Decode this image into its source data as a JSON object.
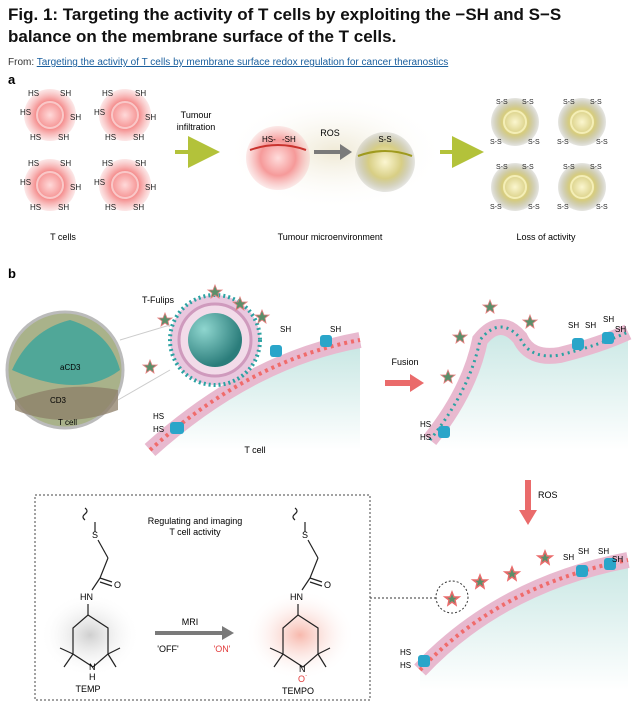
{
  "header": {
    "title": "Fig. 1: Targeting the activity of T cells by exploiting the −SH and S−S balance on the membrane surface of the T cells.",
    "from_prefix": "From: ",
    "from_link": "Targeting the activity of T cells by membrane surface redox regulation for cancer theranostics"
  },
  "panel_a": {
    "letter": "a",
    "tcells_label": "T cells",
    "arrow1_label_line1": "Tumour",
    "arrow1_label_line2": "infiltration",
    "ros_label": "ROS",
    "microenv_label": "Tumour microenvironment",
    "loss_label": "Loss of activity",
    "hs_left": "HS-",
    "sh_right": "-SH",
    "ss_label": "S-S"
  },
  "panel_b": {
    "letter": "b",
    "tfulips_label": "T-Fulips",
    "acd3_label": "aCD3",
    "cd3_label": "CD3",
    "tcell_inset_label": "T cell",
    "tcell_label": "T cell",
    "fusion_label": "Fusion",
    "ros_label": "ROS",
    "box_title_line1": "Regulating and imaging",
    "box_title_line2": "T cell activity",
    "mri_label": "MRI",
    "off_label": "'OFF'",
    "on_label": "'ON'",
    "temp_label": "TEMP",
    "tempo_label": "TEMPO",
    "hn": "HN",
    "o": "O",
    "nh": "N",
    "h": "H",
    "s": "S",
    "hs": "HS",
    "sh": "SH",
    "no": "N",
    "odot": "O˙"
  },
  "colors": {
    "cell_red": "#f08a8a",
    "cell_olive": "#c9c06a",
    "membrane_pink": "#e8b9cf",
    "dot_red": "#f06b6b",
    "teal": "#2e8c8c",
    "arrow_green": "#b3c23a",
    "arrow_red": "#ea6b6b",
    "link_blue": "#1a5f9e"
  }
}
